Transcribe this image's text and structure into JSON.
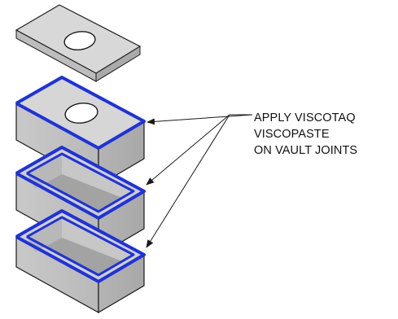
{
  "callout": {
    "lines": [
      "APPLY VISCOTAQ",
      "VISCOPASTE",
      "ON VAULT JOINTS"
    ]
  },
  "parts": [
    {
      "name": "riser-lid",
      "label": ""
    },
    {
      "name": "top-section",
      "label": ""
    },
    {
      "name": "riser-section",
      "label": ""
    },
    {
      "name": "base-section",
      "label": ""
    }
  ],
  "colors": {
    "sealant": "#1f33d6",
    "face_light": "#d6d6d6",
    "face_mid": "#c4c4c4",
    "face_dark": "#b2b2b2",
    "inside": "#9c9c9c",
    "outline": "#1a1a1a",
    "leader": "#1a1a1a"
  }
}
